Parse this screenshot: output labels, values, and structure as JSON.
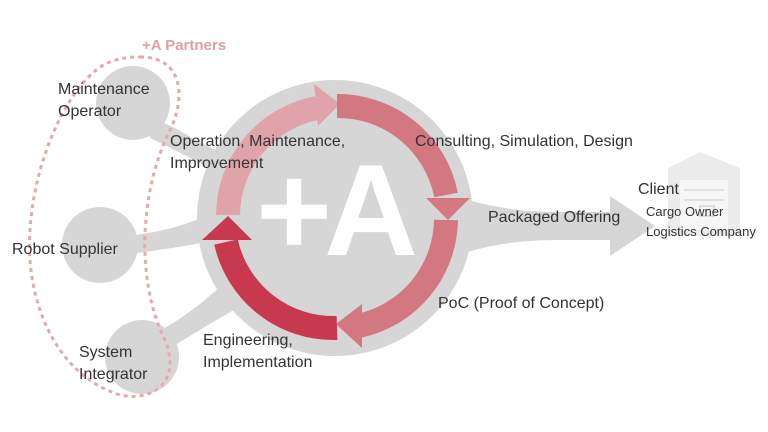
{
  "partners_title": "+A Partners",
  "center_mark": "+A",
  "partners": {
    "maintenance": [
      "Maintenance",
      "Operator"
    ],
    "robot": "Robot Supplier",
    "integrator": [
      "System",
      "Integrator"
    ]
  },
  "cycle": {
    "operation": [
      "Operation, Maintenance,",
      "Improvement"
    ],
    "consulting": "Consulting, Simulation, Design",
    "poc": "PoC (Proof of Concept)",
    "engineering": [
      "Engineering,",
      "Implementation"
    ]
  },
  "offering": "Packaged Offering",
  "client": {
    "title": "Client",
    "items": [
      "Cargo Owner",
      "Logistics Company"
    ]
  },
  "icons": [
    "warehouse-icon"
  ],
  "colors": {
    "grey": "#d6d6d6",
    "partners_dashed": "#e8a8a8",
    "arrow_light": "#e1a3aa",
    "arrow_mid": "#d37781",
    "arrow_dark": "#c8394f"
  }
}
